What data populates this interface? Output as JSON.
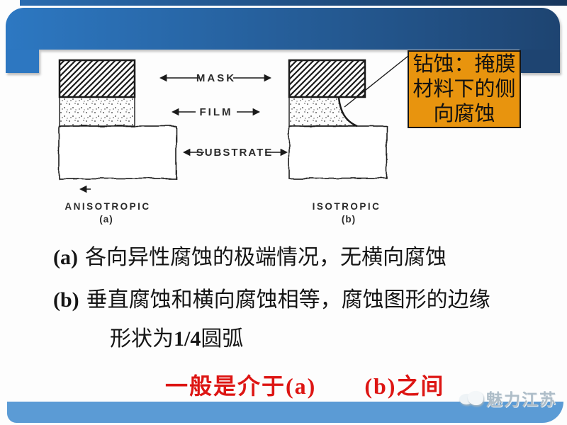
{
  "theme": {
    "header_gradient_left": "#2d78c2",
    "header_gradient_right": "#1e4471",
    "top_strip_dark": "#17365c",
    "footer_bar_blue": "#5b9bd5",
    "callout_orange": "#e8940e",
    "conclusion_red": "#dd1513",
    "ink_black": "#1a1a1a"
  },
  "diagram": {
    "labels": {
      "mask": "MASK",
      "film": "FILM",
      "substrate": "SUBSTRATE",
      "left_caption": "ANISOTROPIC",
      "left_tag": "(a)",
      "right_caption": "ISOTROPIC",
      "right_tag": "(b)"
    }
  },
  "callout": {
    "lines": [
      "钻蚀：掩膜",
      "材料下的侧",
      "向腐蚀"
    ]
  },
  "body": {
    "item_a": {
      "tag": "(a)",
      "text": "各向异性腐蚀的极端情况，无横向腐蚀"
    },
    "item_b": {
      "tag": "(b)",
      "text": "垂直腐蚀和横向腐蚀相等，腐蚀图形的边缘"
    },
    "item_b2": {
      "pre": "形状为",
      "frac": "1/4",
      "post": "圆弧"
    }
  },
  "footer": {
    "conclusion": "一般是介于(a)　　(b)之间"
  },
  "watermark": {
    "text": "魅力江苏"
  }
}
